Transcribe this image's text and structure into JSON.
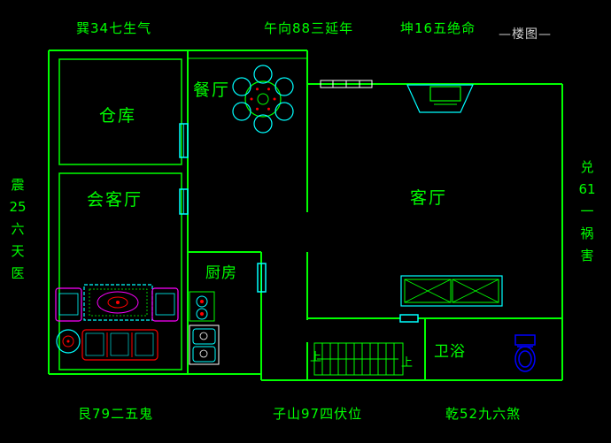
{
  "title": "—楼图—",
  "compass": {
    "top_left": "巽34七生气",
    "top_center": "午向88三延年",
    "top_right": "坤16五绝命",
    "left_vertical": "震\n25\n六\n天\n医",
    "right_vertical": "兑\n61\n一\n祸\n害",
    "bottom_left": "艮79二五鬼",
    "bottom_center": "子山97四伏位",
    "bottom_right": "乾52九六煞"
  },
  "rooms": {
    "storage": "仓库",
    "dining": "餐厅",
    "reception": "会客厅",
    "living": "客厅",
    "kitchen": "厨房",
    "bathroom": "卫浴"
  },
  "stairs": {
    "up_left": "上",
    "up_right": "上"
  },
  "symbols": {
    "dining_table": "round-table-with-six-chairs",
    "tv_cabinet": "tv-cabinet-against-wall",
    "living_sofa": "two-seat-sofa",
    "coffee_table": "patterned-rug-coffee-table",
    "armchairs": "single-armchairs",
    "three_seat_sofa": "three-seat-sofa",
    "side_table": "round-side-table",
    "stove": "two-burner-stove",
    "sink": "double-basin-sink",
    "toilet": "toilet",
    "stairs": "staircase-going-up",
    "windows": "window-symbols"
  },
  "colors": {
    "background": "#000000",
    "wall": "#00ff00",
    "furniture": "#00ffff",
    "accent_red": "#ff0000",
    "accent_magenta": "#ff00ff",
    "toilet_blue": "#0000ff",
    "window_white": "#ffffff",
    "title_gray": "#d0d0d0"
  }
}
